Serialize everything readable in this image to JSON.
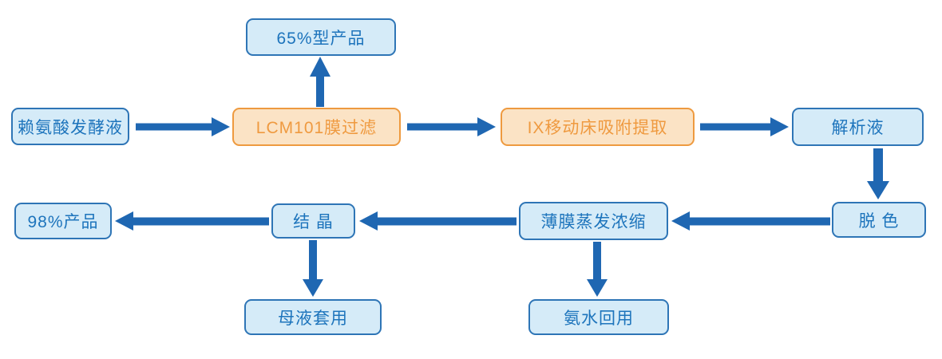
{
  "colors": {
    "background": "#ffffff",
    "blue_node_fill": "#d5ebf8",
    "blue_node_border": "#2e75b6",
    "blue_node_text": "#1d74bc",
    "orange_node_fill": "#fbe3c5",
    "orange_node_border": "#ee9a3f",
    "orange_node_text": "#ef9a40",
    "arrow": "#1f67b2"
  },
  "diagram": {
    "type": "process-flowchart",
    "nodes": {
      "product_65": {
        "label": "65%型产品",
        "style": "blue"
      },
      "lysine_fermentation_broth": {
        "label": "赖氨酸发酵液",
        "style": "blue"
      },
      "lcm101_membrane_filtration": {
        "label": "LCM101膜过滤",
        "style": "orange"
      },
      "ix_moving_bed_adsorption": {
        "label": "IX移动床吸附提取",
        "style": "orange"
      },
      "desorption_liquid": {
        "label": "解析液",
        "style": "blue"
      },
      "decolorization": {
        "label": "脱 色",
        "style": "blue"
      },
      "thin_film_evaporation": {
        "label": "薄膜蒸发浓缩",
        "style": "blue"
      },
      "crystallization": {
        "label": "结 晶",
        "style": "blue"
      },
      "product_98": {
        "label": "98%产品",
        "style": "blue"
      },
      "mother_liquor_reuse": {
        "label": "母液套用",
        "style": "blue"
      },
      "ammonia_water_reuse": {
        "label": "氨水回用",
        "style": "blue"
      }
    },
    "edges": [
      {
        "from": "lysine_fermentation_broth",
        "to": "lcm101_membrane_filtration",
        "direction": "right"
      },
      {
        "from": "lcm101_membrane_filtration",
        "to": "product_65",
        "direction": "up"
      },
      {
        "from": "lcm101_membrane_filtration",
        "to": "ix_moving_bed_adsorption",
        "direction": "right"
      },
      {
        "from": "ix_moving_bed_adsorption",
        "to": "desorption_liquid",
        "direction": "right"
      },
      {
        "from": "desorption_liquid",
        "to": "decolorization",
        "direction": "down"
      },
      {
        "from": "decolorization",
        "to": "thin_film_evaporation",
        "direction": "left"
      },
      {
        "from": "thin_film_evaporation",
        "to": "crystallization",
        "direction": "left"
      },
      {
        "from": "thin_film_evaporation",
        "to": "ammonia_water_reuse",
        "direction": "down"
      },
      {
        "from": "crystallization",
        "to": "product_98",
        "direction": "left"
      },
      {
        "from": "crystallization",
        "to": "mother_liquor_reuse",
        "direction": "down"
      }
    ]
  }
}
